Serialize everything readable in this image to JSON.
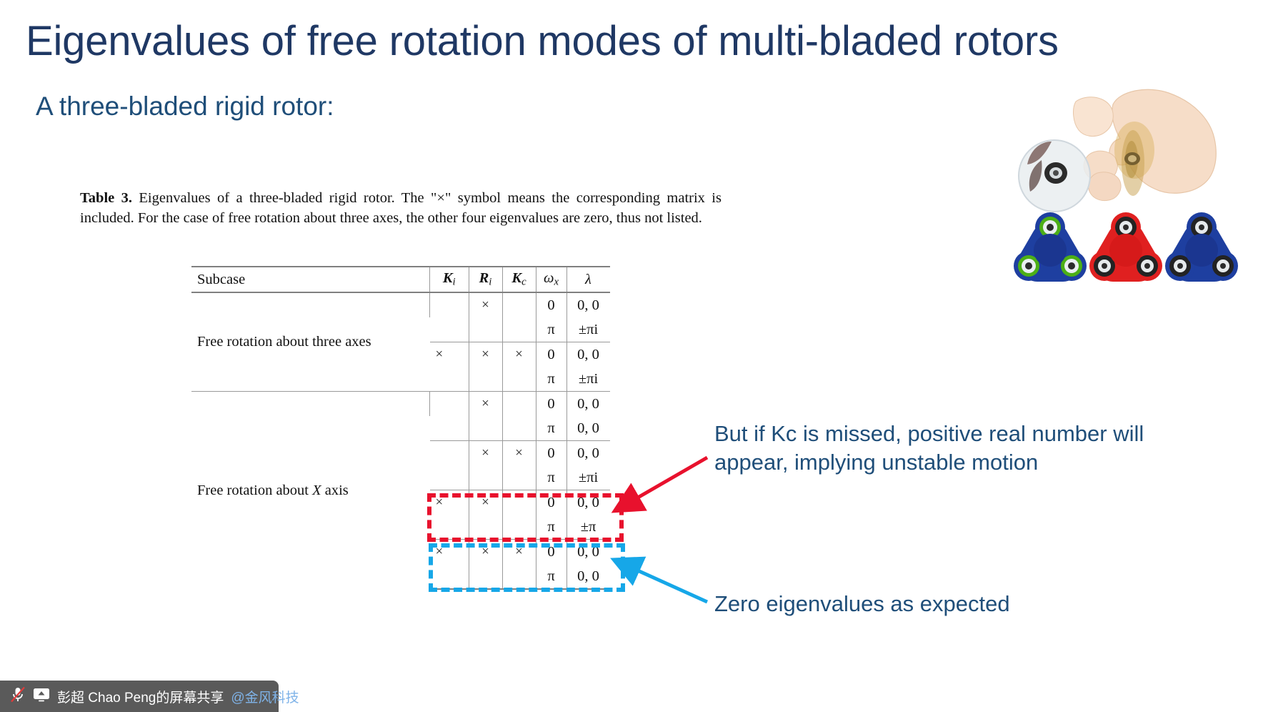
{
  "slide": {
    "title": "Eigenvalues of free rotation modes of multi-bladed rotors",
    "subtitle": "A three-bladed rigid rotor:"
  },
  "caption": {
    "label": "Table 3.",
    "text": " Eigenvalues of a three-bladed rigid rotor. The \"×\" symbol means the corresponding matrix is included. For the case of free rotation about three axes, the other four eigenvalues are zero, thus not listed."
  },
  "table": {
    "headers": {
      "subcase": "Subcase",
      "ki": "K",
      "ki_sub": "i",
      "ri": "R",
      "ri_sub": "i",
      "kc": "K",
      "kc_sub": "c",
      "wx": "ω",
      "wx_sub": "x",
      "lambda": "λ"
    },
    "x_symbol": "×",
    "groups": [
      {
        "subcase": "Free rotation about three axes",
        "blocks": [
          {
            "ki": "",
            "ri": "×",
            "kc": "",
            "rows": [
              {
                "wx": "0",
                "lambda": "0, 0"
              },
              {
                "wx": "π",
                "lambda": "±πi"
              }
            ]
          },
          {
            "ki": "×",
            "ri": "×",
            "kc": "×",
            "rows": [
              {
                "wx": "0",
                "lambda": "0, 0"
              },
              {
                "wx": "π",
                "lambda": "±πi"
              }
            ]
          }
        ]
      },
      {
        "subcase": "Free rotation about X axis",
        "subcase_prefix": "Free rotation about ",
        "subcase_italic": "X",
        "subcase_suffix": " axis",
        "blocks": [
          {
            "ki": "",
            "ri": "×",
            "kc": "",
            "rows": [
              {
                "wx": "0",
                "lambda": "0, 0"
              },
              {
                "wx": "π",
                "lambda": "0, 0"
              }
            ]
          },
          {
            "ki": "",
            "ri": "×",
            "kc": "×",
            "rows": [
              {
                "wx": "0",
                "lambda": "0, 0"
              },
              {
                "wx": "π",
                "lambda": "±πi"
              }
            ]
          },
          {
            "ki": "×",
            "ri": "×",
            "kc": "",
            "highlight": "red",
            "rows": [
              {
                "wx": "0",
                "lambda": "0, 0"
              },
              {
                "wx": "π",
                "lambda": "±π"
              }
            ]
          },
          {
            "ki": "×",
            "ri": "×",
            "kc": "×",
            "highlight": "cyan",
            "rows": [
              {
                "wx": "0",
                "lambda": "0, 0"
              },
              {
                "wx": "π",
                "lambda": "0, 0"
              }
            ]
          }
        ]
      }
    ]
  },
  "annotations": {
    "red": "But if Kc is missed, positive real number will appear, implying unstable motion",
    "cyan": "Zero eigenvalues as expected"
  },
  "colors": {
    "title": "#1f3864",
    "subtitle": "#1f4e79",
    "red_highlight": "#e8112d",
    "cyan_highlight": "#16A7E8",
    "annotation": "#1f4e79"
  },
  "taskbar": {
    "mute_icon": "microphone-muted-icon",
    "share_icon": "screen-share-icon",
    "text": "彭超 Chao Peng的屏幕共享",
    "mention": "@金风科技"
  }
}
